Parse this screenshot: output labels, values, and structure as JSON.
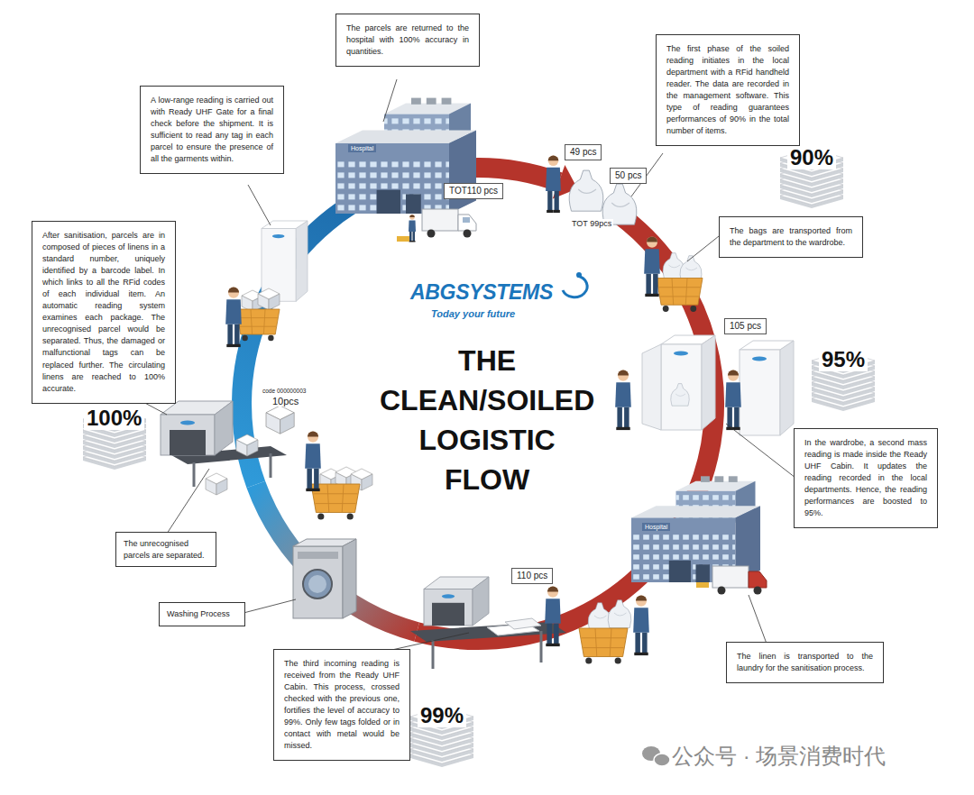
{
  "diagram": {
    "title": "THE CLEAN/SOILED LOGISTIC FLOW",
    "nodes": [
      {
        "text": [
          "The parcels are returned to the hospital with 100% accuracy in quantities."
        ]
      },
      {
        "text": [
          "The first phase of the soiled reading initiates in the local department with a RFid handheld reader. The data are recorded in the management software. This type of reading guarantees performances of 90% in the total number of items."
        ]
      },
      {
        "text": [
          "A low-range reading is carried out with Ready UHF Gate for a final check before the shipment. It is sufficient to read any tag in each parcel to ensure the presence of all the garments within."
        ]
      },
      {
        "text": [
          "49 pcs"
        ]
      },
      {
        "text": [
          "50 pcs"
        ]
      },
      {
        "text": [
          "TOT110 pcs"
        ]
      },
      {
        "text": [
          "The bags are transported from the department to the wardrobe."
        ]
      },
      {
        "text": [
          "After sanitisation, parcels are in composed of pieces of linens in a standard number, uniquely identified by a barcode label. In which links to all the RFid codes of each individual item. An automatic reading system examines each package. The unrecognised parcel would be separated. Thus, the damaged or malfunctional tags can be replaced further. The circulating linens are reached to 100% accurate."
        ]
      },
      {
        "text": [
          "105 pcs"
        ]
      },
      {
        "text": [
          "In the wardrobe, a second mass reading is made inside the Ready UHF Cabin. It updates the reading recorded in the local departments. Hence, the reading performances are boosted to 95%."
        ]
      },
      {
        "text": [
          "The unrecognised parcels are separated."
        ]
      },
      {
        "text": [
          "110 pcs"
        ]
      },
      {
        "text": [
          "Washing Process"
        ]
      },
      {
        "text": [
          "The linen is transported to the laundry for the sanitisation process."
        ]
      },
      {
        "text": [
          "The third incoming reading is received from the Ready UHF Cabin. This process, crossed checked with the previous one, fortifies the level of accuracy to 99%. Only few tags folded or in contact with metal would be missed."
        ]
      }
    ],
    "labels": [
      "ABGSYSTEMS",
      "Today your future",
      "Hospital",
      "Hospital",
      "TOT 99pcs",
      "code 000000003",
      "10pcs",
      "90%",
      "95%",
      "99%",
      "100%",
      "公众号 · 场景消费时代"
    ]
  }
}
